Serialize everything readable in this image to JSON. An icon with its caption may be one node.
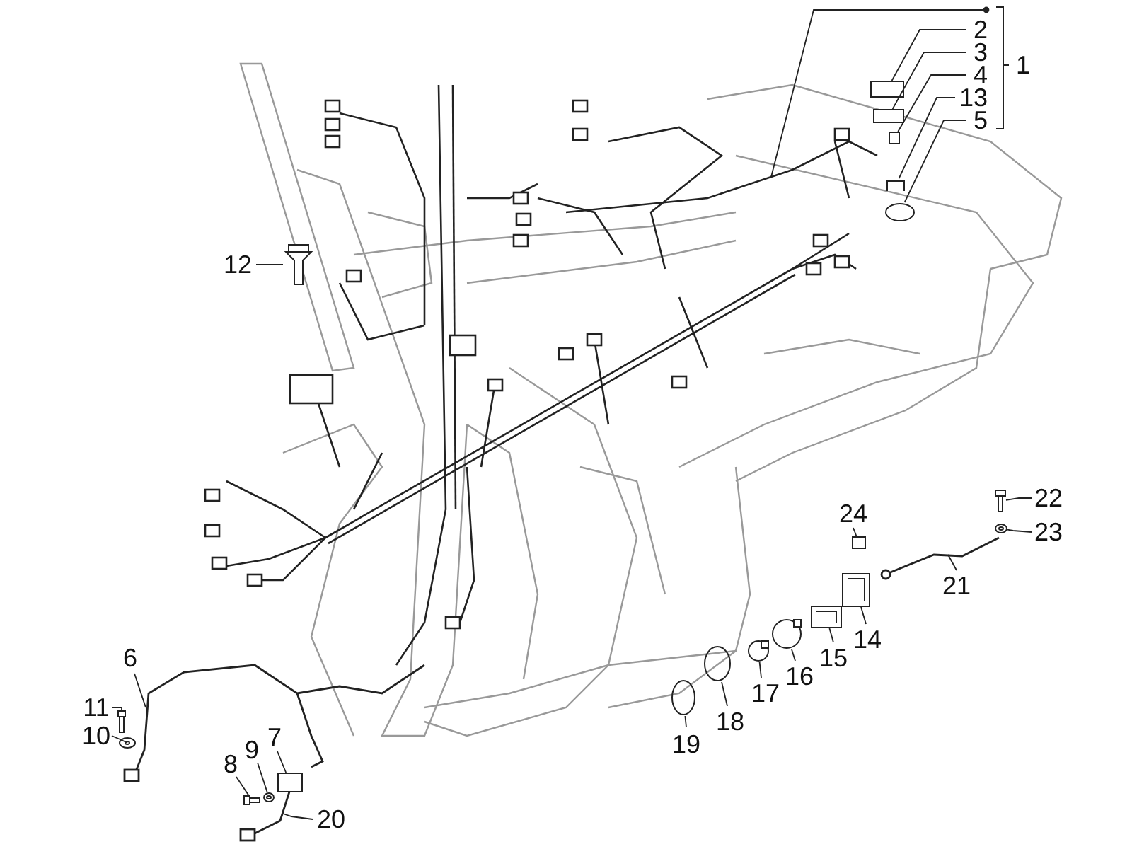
{
  "diagram": {
    "nodes": [
      {
        "text": [
          "1"
        ]
      },
      {
        "text": [
          "2"
        ]
      },
      {
        "text": [
          "3"
        ]
      },
      {
        "text": [
          "4"
        ]
      },
      {
        "text": [
          "13"
        ]
      },
      {
        "text": [
          "5"
        ]
      },
      {
        "text": [
          "12"
        ]
      },
      {
        "text": [
          "24"
        ]
      },
      {
        "text": [
          "22"
        ]
      },
      {
        "text": [
          "23"
        ]
      },
      {
        "text": [
          "21"
        ]
      },
      {
        "text": [
          "6"
        ]
      },
      {
        "text": [
          "11"
        ]
      },
      {
        "text": [
          "10"
        ]
      },
      {
        "text": [
          "14"
        ]
      },
      {
        "text": [
          "15"
        ]
      },
      {
        "text": [
          "16"
        ]
      },
      {
        "text": [
          "17"
        ]
      },
      {
        "text": [
          "9"
        ]
      },
      {
        "text": [
          "7"
        ]
      },
      {
        "text": [
          "8"
        ]
      },
      {
        "text": [
          "18"
        ]
      },
      {
        "text": [
          "19"
        ]
      },
      {
        "text": [
          "20"
        ]
      },
      {
        "text": [],
        "shape": "box"
      },
      {
        "text": [],
        "shape": "box"
      },
      {
        "text": [],
        "shape": "box"
      },
      {
        "text": [],
        "shape": "picture"
      },
      {
        "text": [],
        "shape": "circle"
      },
      {
        "text": [],
        "shape": "picture"
      },
      {
        "text": [],
        "shape": "box"
      },
      {
        "text": [],
        "shape": "picture"
      },
      {
        "text": [],
        "shape": "picture"
      },
      {
        "text": [],
        "shape": "picture"
      },
      {
        "text": [],
        "shape": "picture"
      },
      {
        "text": [],
        "shape": "picture"
      },
      {
        "text": [],
        "shape": "picture"
      },
      {
        "text": [],
        "shape": "picture"
      },
      {
        "text": [],
        "shape": "picture"
      },
      {
        "text": [],
        "shape": "picture"
      },
      {
        "text": [],
        "shape": "picture"
      },
      {
        "text": [],
        "shape": "circle"
      },
      {
        "text": [],
        "shape": "circle"
      },
      {
        "text": [],
        "shape": "box"
      }
    ],
    "edges": [
      {
        "from": 0,
        "to": null,
        "arrow": "other"
      },
      {
        "from": 1,
        "to": 24,
        "arrow": "none"
      },
      {
        "from": 2,
        "to": 25,
        "arrow": "none"
      },
      {
        "from": 3,
        "to": 26,
        "arrow": "none"
      },
      {
        "from": 4,
        "to": 27,
        "arrow": "none"
      },
      {
        "from": 5,
        "to": 28,
        "arrow": "none"
      },
      {
        "from": 6,
        "to": 29,
        "arrow": "none"
      },
      {
        "from": 7,
        "to": 30,
        "arrow": "none"
      },
      {
        "from": 8,
        "to": 31,
        "arrow": "none"
      },
      {
        "from": 9,
        "to": 32,
        "arrow": "none"
      },
      {
        "from": 10,
        "to": null,
        "arrow": "none"
      },
      {
        "from": 11,
        "to": null,
        "arrow": "none"
      },
      {
        "from": 12,
        "to": 33,
        "arrow": "none"
      },
      {
        "from": 13,
        "to": 34,
        "arrow": "none"
      },
      {
        "from": 14,
        "to": 35,
        "arrow": "none"
      },
      {
        "from": 15,
        "to": 36,
        "arrow": "none"
      },
      {
        "from": 16,
        "to": 37,
        "arrow": "none"
      },
      {
        "from": 17,
        "to": 38,
        "arrow": "none"
      },
      {
        "from": 18,
        "to": 39,
        "arrow": "none"
      },
      {
        "from": 19,
        "to": 43,
        "arrow": "none"
      },
      {
        "from": 20,
        "to": 40,
        "arrow": "none"
      },
      {
        "from": 21,
        "to": 41,
        "arrow": "none"
      },
      {
        "from": 22,
        "to": 42,
        "arrow": "none"
      },
      {
        "from": 23,
        "to": null,
        "arrow": "none"
      }
    ]
  }
}
